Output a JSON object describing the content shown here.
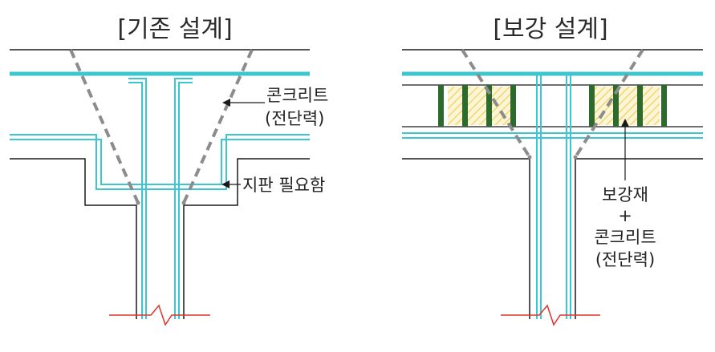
{
  "colors": {
    "line": "#1a1a1a",
    "rebar": "#3cc6d0",
    "shear_cone": "#8c8c8c",
    "break_line": "#e0332b",
    "stiffener": "#2d6a2d",
    "hatch": "#f0d060"
  },
  "left_panel": {
    "title": "[기존 설계]",
    "labels": {
      "concrete_line1": "콘크리트",
      "concrete_line2": "(전단력)",
      "drop_panel": "지판 필요함"
    }
  },
  "right_panel": {
    "title": "[보강 설계]",
    "labels": {
      "line1": "보강재",
      "line2": "+",
      "line3": "콘크리트",
      "line4": "(전단력)"
    }
  }
}
